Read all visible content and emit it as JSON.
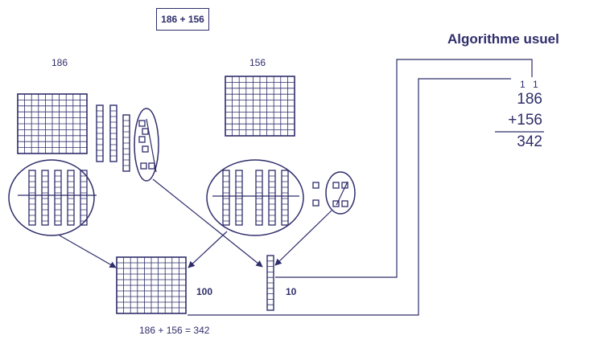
{
  "problem": "186 + 156",
  "addend1_label": "186",
  "addend2_label": "156",
  "title": "Algorithme usuel",
  "carries": "1 1",
  "alg_line1": "186",
  "alg_line2": "+156",
  "alg_result": "342",
  "hundred_label": "100",
  "ten_label": "10",
  "equation": "186 + 156 = 342",
  "colors": {
    "ink": "#2e2d6b",
    "background": "#ffffff"
  }
}
